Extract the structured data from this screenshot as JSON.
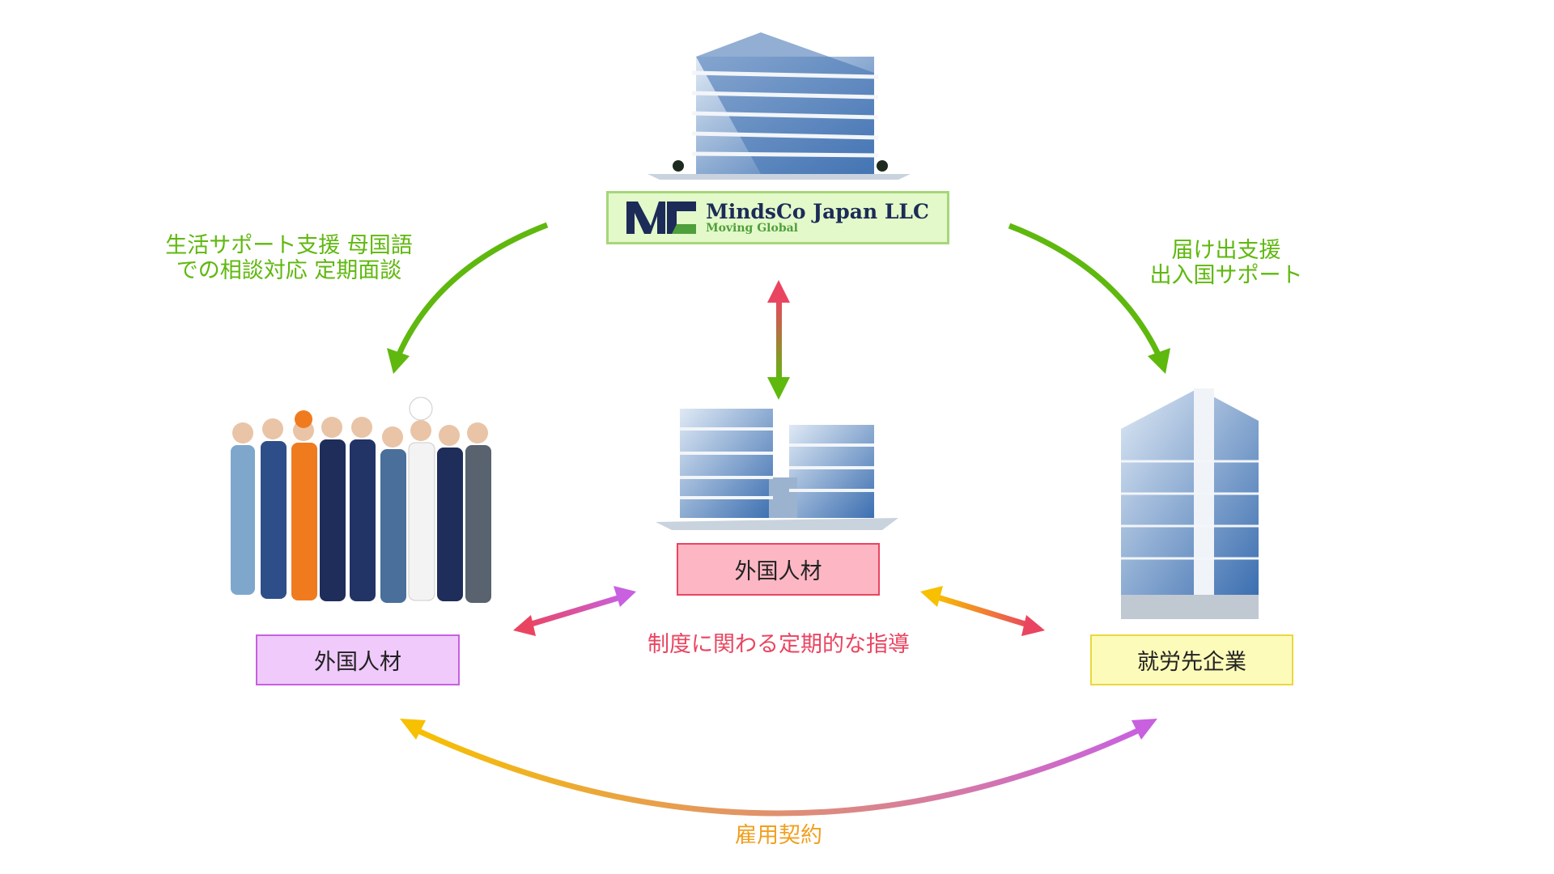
{
  "company": {
    "logo_mark": "MC",
    "name": "MindsCo Japan LLC",
    "tagline": "Moving Global"
  },
  "left_support": {
    "line1": "生活サポート支援 母国語",
    "line2": "での相談対応 定期面談"
  },
  "right_support": {
    "line1": "届け出支援",
    "line2": "出入国サポート"
  },
  "center_box": {
    "label": "外国人材"
  },
  "left_box": {
    "label": "外国人材"
  },
  "right_box": {
    "label": "就労先企業"
  },
  "guidance": "制度に関わる定期的な指導",
  "contract": "雇用契約",
  "colors": {
    "green": "#5fb80e",
    "red": "#ea4560",
    "purple": "#c860e0",
    "yellow": "#f7c000",
    "orange": "#f0a020",
    "navy": "#1c2b57"
  }
}
